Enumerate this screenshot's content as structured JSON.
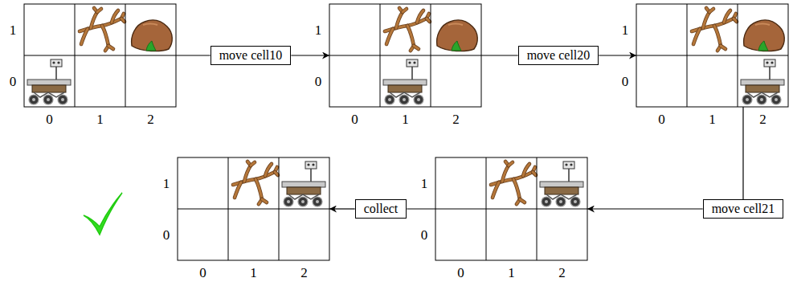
{
  "diagram": {
    "nodes": [
      {
        "text": [
          "1",
          "0",
          "0",
          "1",
          "2"
        ]
      },
      {
        "text": [
          "move cell10"
        ]
      },
      {
        "text": [
          "1",
          "0",
          "0",
          "1",
          "2"
        ]
      },
      {
        "text": [
          "move cell20"
        ]
      },
      {
        "text": [
          "1",
          "0",
          "0",
          "1",
          "2"
        ]
      },
      {
        "text": [
          "move cell21"
        ]
      },
      {
        "text": [
          "1",
          "0",
          "0",
          "1",
          "2"
        ]
      },
      {
        "text": [
          "collect"
        ]
      },
      {
        "text": [
          "1",
          "0",
          "0",
          "1",
          "2"
        ]
      }
    ],
    "edges": [
      {
        "from": 0,
        "to": 1,
        "arrow": "none"
      },
      {
        "from": 1,
        "to": 2,
        "arrow": "to"
      },
      {
        "from": 2,
        "to": 3,
        "arrow": "none"
      },
      {
        "from": 3,
        "to": 4,
        "arrow": "to"
      },
      {
        "from": 4,
        "to": 5,
        "arrow": "none"
      },
      {
        "from": 5,
        "to": 6,
        "arrow": "to"
      },
      {
        "from": 6,
        "to": 7,
        "arrow": "none"
      },
      {
        "from": 7,
        "to": 8,
        "arrow": "to"
      }
    ]
  }
}
